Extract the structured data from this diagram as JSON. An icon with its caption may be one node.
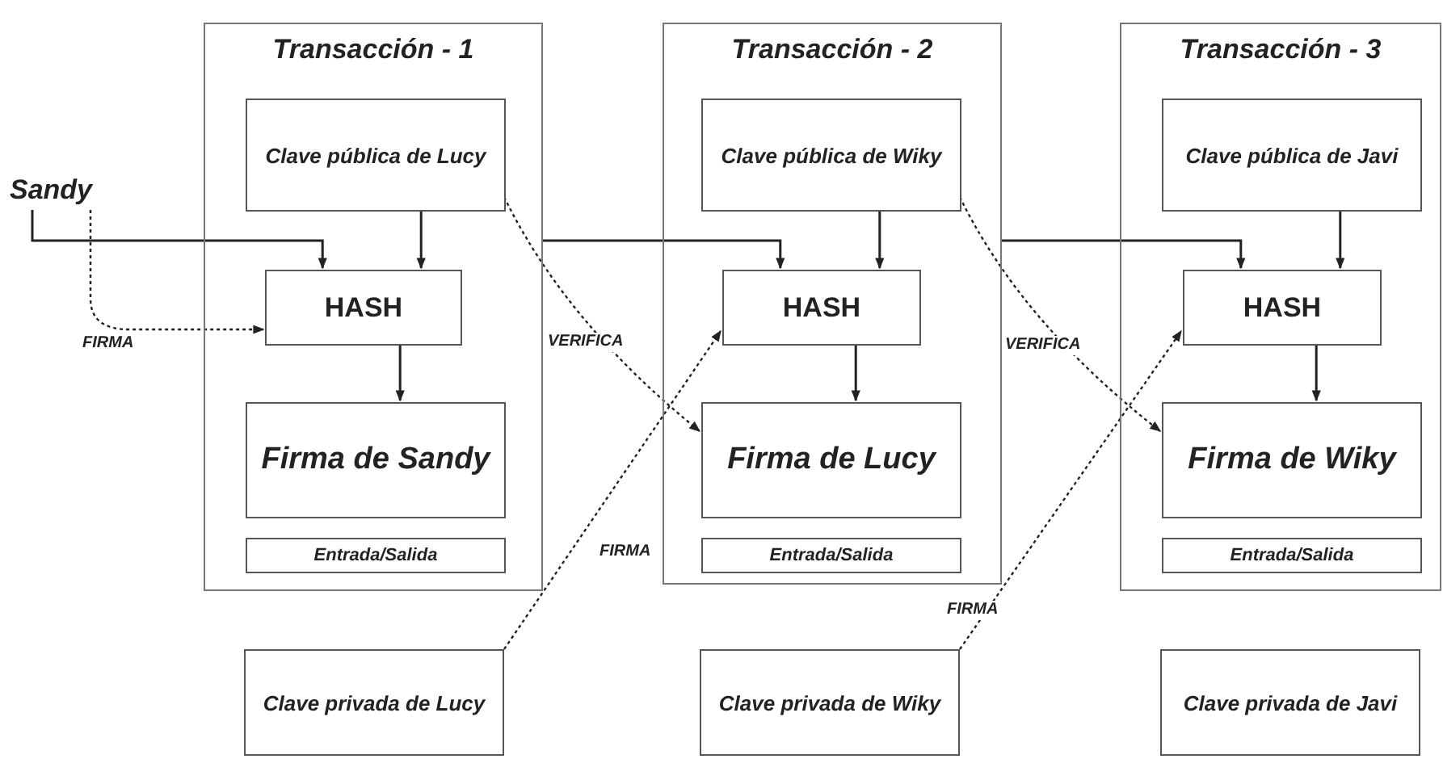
{
  "diagram": {
    "nodes": [
      {
        "text": [
          "Transacción - 1"
        ]
      },
      {
        "text": [
          "Clave pública de Lucy"
        ],
        "in": 0
      },
      {
        "text": [
          "HASH"
        ],
        "in": 0
      },
      {
        "text": [
          "Firma de Sandy"
        ],
        "in": 0
      },
      {
        "text": [
          "Entrada/Salida"
        ],
        "in": 0
      },
      {
        "text": [
          "Transacción - 2"
        ]
      },
      {
        "text": [
          "Clave pública de Wiky"
        ],
        "in": 5
      },
      {
        "text": [
          "HASH"
        ],
        "in": 5
      },
      {
        "text": [
          "Firma de Lucy"
        ],
        "in": 5
      },
      {
        "text": [
          "Entrada/Salida"
        ],
        "in": 5
      },
      {
        "text": [
          "Transacción - 3"
        ]
      },
      {
        "text": [
          "Clave pública de Javi"
        ],
        "in": 10
      },
      {
        "text": [
          "HASH"
        ],
        "in": 10
      },
      {
        "text": [
          "Firma de Wiky"
        ],
        "in": 10
      },
      {
        "text": [
          "Entrada/Salida"
        ],
        "in": 10
      },
      {
        "text": [
          "Sandy"
        ]
      },
      {
        "text": [
          "Clave privada de Lucy"
        ]
      },
      {
        "text": [
          "Clave privada de Wiky"
        ]
      },
      {
        "text": [
          "Clave privada de Javi"
        ]
      }
    ],
    "edges": [
      {
        "from": 15,
        "to": 2,
        "arrow": "to"
      },
      {
        "from": 15,
        "to": 2,
        "arrow": "to",
        "label": "FIRMA",
        "style": "dashed"
      },
      {
        "from": 1,
        "to": 2,
        "arrow": "to"
      },
      {
        "from": 2,
        "to": 3,
        "arrow": "to"
      },
      {
        "from": 1,
        "to": 8,
        "arrow": "to",
        "label": "VERIFICA",
        "style": "dashed"
      },
      {
        "from": 16,
        "to": 7,
        "arrow": "to",
        "label": "FIRMA",
        "style": "dashed"
      },
      {
        "from": 0,
        "to": 7,
        "arrow": "to"
      },
      {
        "from": 6,
        "to": 7,
        "arrow": "to"
      },
      {
        "from": 7,
        "to": 8,
        "arrow": "to"
      },
      {
        "from": 6,
        "to": 13,
        "arrow": "to",
        "label": "VERIFICA",
        "style": "dashed"
      },
      {
        "from": 17,
        "to": 12,
        "arrow": "to",
        "label": "FIRMA",
        "style": "dashed"
      },
      {
        "from": 5,
        "to": 12,
        "arrow": "to"
      },
      {
        "from": 11,
        "to": 12,
        "arrow": "to"
      },
      {
        "from": 12,
        "to": 13,
        "arrow": "to"
      }
    ]
  }
}
